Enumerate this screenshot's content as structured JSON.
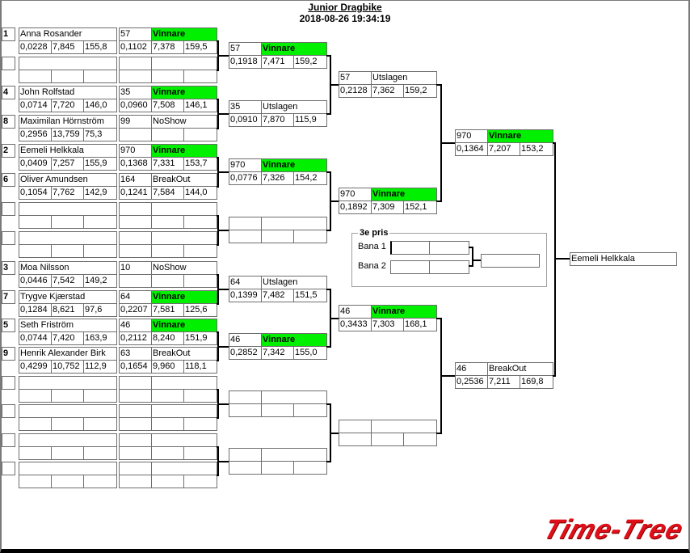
{
  "header": {
    "title": "Junior Dragbike",
    "timestamp": "2018-08-26 19:34:19"
  },
  "labels": {
    "winner": "Vinnare",
    "third_place": "3e pris",
    "lane1": "Bana 1",
    "lane2": "Bana 2"
  },
  "colors": {
    "winner_bg": "#00f000",
    "logo": "#e0101a"
  },
  "round1": [
    {
      "seed": "1",
      "name": "Anna Rosander",
      "rt": "0,0228",
      "et": "7,845",
      "speed": "155,8"
    },
    {
      "seed": "",
      "name": "",
      "rt": "",
      "et": "",
      "speed": ""
    },
    {
      "seed": "4",
      "name": "John Rolfstad",
      "rt": "0,0714",
      "et": "7,720",
      "speed": "146,0"
    },
    {
      "seed": "8",
      "name": "Maximilan Hörnström",
      "rt": "0,2956",
      "et": "13,759",
      "speed": "75,3"
    },
    {
      "seed": "2",
      "name": "Eemeli Helkkala",
      "rt": "0,0409",
      "et": "7,257",
      "speed": "155,9"
    },
    {
      "seed": "6",
      "name": "Oliver Amundsen",
      "rt": "0,1054",
      "et": "7,762",
      "speed": "142,9"
    },
    {
      "seed": "",
      "name": "",
      "rt": "",
      "et": "",
      "speed": ""
    },
    {
      "seed": "",
      "name": "",
      "rt": "",
      "et": "",
      "speed": ""
    },
    {
      "seed": "3",
      "name": "Moa Nilsson",
      "rt": "0,0446",
      "et": "7,542",
      "speed": "149,2"
    },
    {
      "seed": "7",
      "name": "Trygve Kjærstad",
      "rt": "0,1284",
      "et": "8,621",
      "speed": "97,6"
    },
    {
      "seed": "5",
      "name": "Seth  Friström",
      "rt": "0,0744",
      "et": "7,420",
      "speed": "163,9"
    },
    {
      "seed": "9",
      "name": "Henrik Alexander Birk",
      "rt": "0,4299",
      "et": "10,752",
      "speed": "112,9"
    },
    {
      "seed": "",
      "name": "",
      "rt": "",
      "et": "",
      "speed": ""
    },
    {
      "seed": "",
      "name": "",
      "rt": "",
      "et": "",
      "speed": ""
    },
    {
      "seed": "",
      "name": "",
      "rt": "",
      "et": "",
      "speed": ""
    },
    {
      "seed": "",
      "name": "",
      "rt": "",
      "et": "",
      "speed": ""
    }
  ],
  "results1": [
    {
      "number": "57",
      "status": "Vinnare",
      "win": true,
      "rt": "0,1102",
      "et": "7,378",
      "speed": "159,5"
    },
    {
      "number": "",
      "status": "",
      "win": false,
      "rt": "",
      "et": "",
      "speed": ""
    },
    {
      "number": "35",
      "status": "Vinnare",
      "win": true,
      "rt": "0,0960",
      "et": "7,508",
      "speed": "146,1"
    },
    {
      "number": "99",
      "status": "NoShow",
      "win": false,
      "rt": "",
      "et": "",
      "speed": ""
    },
    {
      "number": "970",
      "status": "Vinnare",
      "win": true,
      "rt": "0,1368",
      "et": "7,331",
      "speed": "153,7"
    },
    {
      "number": "164",
      "status": "BreakOut",
      "win": false,
      "rt": "0,1241",
      "et": "7,584",
      "speed": "144,0"
    },
    {
      "number": "",
      "status": "",
      "win": false,
      "rt": "",
      "et": "",
      "speed": ""
    },
    {
      "number": "",
      "status": "",
      "win": false,
      "rt": "",
      "et": "",
      "speed": ""
    },
    {
      "number": "10",
      "status": "NoShow",
      "win": false,
      "rt": "",
      "et": "",
      "speed": ""
    },
    {
      "number": "64",
      "status": "Vinnare",
      "win": true,
      "rt": "0,2207",
      "et": "7,581",
      "speed": "125,6"
    },
    {
      "number": "46",
      "status": "Vinnare",
      "win": true,
      "rt": "0,2112",
      "et": "8,240",
      "speed": "151,9"
    },
    {
      "number": "63",
      "status": "BreakOut",
      "win": false,
      "rt": "0,1654",
      "et": "9,960",
      "speed": "118,1"
    },
    {
      "number": "",
      "status": "",
      "win": false,
      "rt": "",
      "et": "",
      "speed": ""
    },
    {
      "number": "",
      "status": "",
      "win": false,
      "rt": "",
      "et": "",
      "speed": ""
    },
    {
      "number": "",
      "status": "",
      "win": false,
      "rt": "",
      "et": "",
      "speed": ""
    },
    {
      "number": "",
      "status": "",
      "win": false,
      "rt": "",
      "et": "",
      "speed": ""
    }
  ],
  "round2": [
    {
      "number": "57",
      "status": "Vinnare",
      "win": true,
      "rt": "0,1918",
      "et": "7,471",
      "speed": "159,2"
    },
    {
      "number": "35",
      "status": "Utslagen",
      "win": false,
      "rt": "0,0910",
      "et": "7,870",
      "speed": "115,9"
    },
    {
      "number": "970",
      "status": "Vinnare",
      "win": true,
      "rt": "0,0776",
      "et": "7,326",
      "speed": "154,2"
    },
    {
      "number": "",
      "status": "",
      "win": false,
      "rt": "",
      "et": "",
      "speed": ""
    },
    {
      "number": "64",
      "status": "Utslagen",
      "win": false,
      "rt": "0,1399",
      "et": "7,482",
      "speed": "151,5"
    },
    {
      "number": "46",
      "status": "Vinnare",
      "win": true,
      "rt": "0,2852",
      "et": "7,342",
      "speed": "155,0"
    },
    {
      "number": "",
      "status": "",
      "win": false,
      "rt": "",
      "et": "",
      "speed": ""
    },
    {
      "number": "",
      "status": "",
      "win": false,
      "rt": "",
      "et": "",
      "speed": ""
    }
  ],
  "round3": [
    {
      "number": "57",
      "status": "Utslagen",
      "win": false,
      "rt": "0,2128",
      "et": "7,362",
      "speed": "159,2"
    },
    {
      "number": "970",
      "status": "Vinnare",
      "win": true,
      "rt": "0,1892",
      "et": "7,309",
      "speed": "152,1"
    },
    {
      "number": "46",
      "status": "Vinnare",
      "win": true,
      "rt": "0,3433",
      "et": "7,303",
      "speed": "168,1"
    },
    {
      "number": "",
      "status": "",
      "win": false,
      "rt": "",
      "et": "",
      "speed": ""
    }
  ],
  "round4": [
    {
      "number": "970",
      "status": "Vinnare",
      "win": true,
      "rt": "0,1364",
      "et": "7,207",
      "speed": "153,2"
    },
    {
      "number": "46",
      "status": "BreakOut",
      "win": false,
      "rt": "0,2536",
      "et": "7,211",
      "speed": "169,8"
    }
  ],
  "champion": {
    "name": "Eemeli Helkkala"
  },
  "third_place": {
    "lane1": [
      "",
      ""
    ],
    "lane2": [
      "",
      ""
    ],
    "winner": ""
  },
  "logo": {
    "text": "Time-Tree"
  }
}
